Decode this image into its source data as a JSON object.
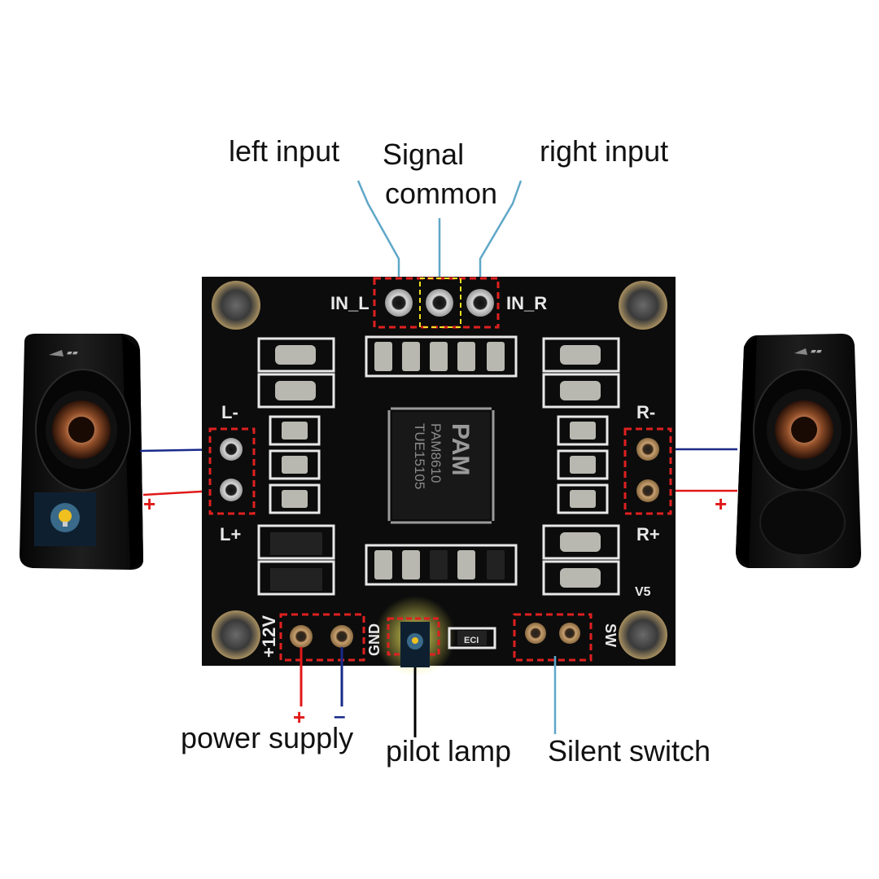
{
  "callouts": {
    "left_input": "left input",
    "signal_common_line1": "Signal",
    "signal_common_line2": "common",
    "right_input": "right input",
    "power_supply": "power supply",
    "pilot_lamp": "pilot lamp",
    "silent_switch": "Silent switch"
  },
  "board": {
    "in_l": "IN_L",
    "in_r": "IN_R",
    "l_minus": "L-",
    "l_plus": "L+",
    "r_minus": "R-",
    "r_plus": "R+",
    "v12": "+12V",
    "gnd": "GND",
    "sw": "SW",
    "version": "V5",
    "chip_logo": "PAM",
    "chip_model": "PAM8610",
    "chip_code": "TUE15105",
    "resistor_code": "ECI"
  },
  "polarity": {
    "plus": "+",
    "minus": "–"
  },
  "colors": {
    "board": "#0c0c0c",
    "silkscreen": "#e8e8e8",
    "highlight_red": "#e02020",
    "highlight_yellow": "#f0e020",
    "wire_blue": "#1a2a8a",
    "wire_red": "#e01818",
    "leader_line": "#5fa7c8"
  }
}
